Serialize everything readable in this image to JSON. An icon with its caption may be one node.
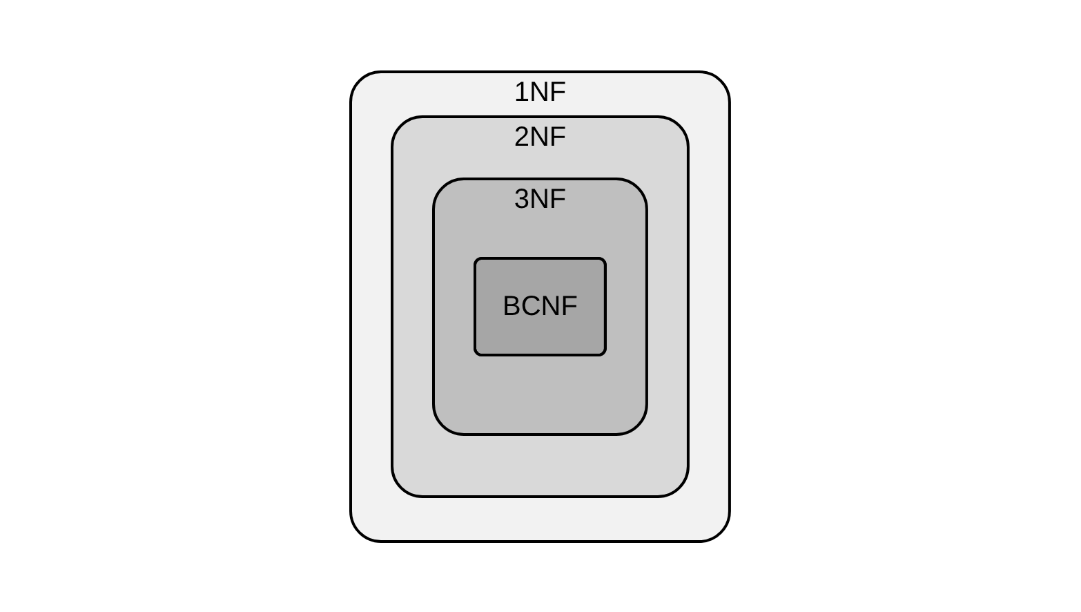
{
  "diagram": {
    "nodes": [
      {
        "text": [
          "1NF"
        ]
      },
      {
        "text": [
          "2NF"
        ],
        "in": 0
      },
      {
        "text": [
          "3NF"
        ],
        "in": 1
      },
      {
        "text": [
          "BCNF"
        ],
        "in": 2
      }
    ]
  }
}
